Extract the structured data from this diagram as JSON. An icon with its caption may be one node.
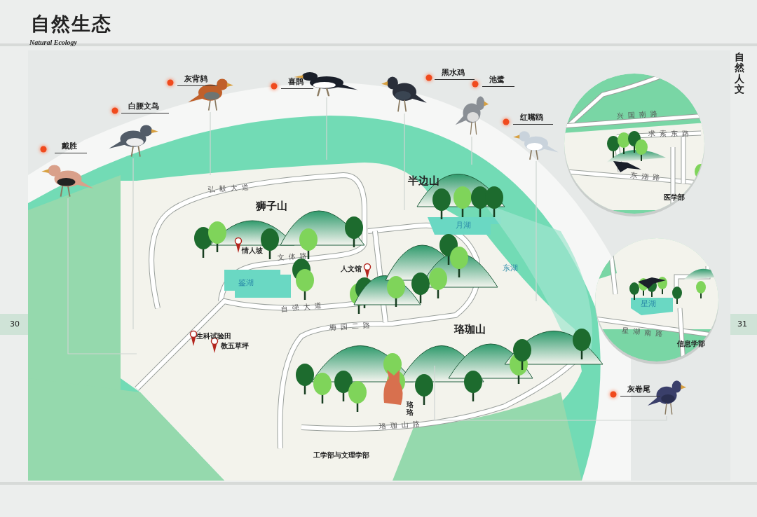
{
  "diagram": {
    "title": "自然生态",
    "nodes": [
      {
        "text": [
          "戴胜"
        ]
      },
      {
        "text": [
          "白腰文鸟"
        ]
      },
      {
        "text": [
          "灰背鸫"
        ]
      },
      {
        "text": [
          "喜鹊"
        ]
      },
      {
        "text": [
          "黑水鸡"
        ]
      },
      {
        "text": [
          "池鹭"
        ]
      },
      {
        "text": [
          "红嘴鸥"
        ]
      },
      {
        "text": [
          "灰卷尾"
        ]
      },
      {
        "text": [],
        "shape": "picture"
      },
      {
        "text": [],
        "shape": "picture"
      },
      {
        "text": [],
        "shape": "picture"
      },
      {
        "text": [],
        "shape": "picture"
      },
      {
        "text": [],
        "shape": "picture"
      },
      {
        "text": [],
        "shape": "picture"
      },
      {
        "text": [],
        "shape": "picture"
      },
      {
        "text": [],
        "shape": "picture"
      }
    ],
    "edges": [
      {
        "from": 8,
        "to": null,
        "arrow": "none"
      },
      {
        "from": 9,
        "to": null,
        "arrow": "none"
      },
      {
        "from": 10,
        "to": null,
        "arrow": "none"
      },
      {
        "from": 11,
        "to": null,
        "arrow": "none"
      },
      {
        "from": 12,
        "to": null,
        "arrow": "none"
      },
      {
        "from": 13,
        "to": null,
        "arrow": "none"
      },
      {
        "from": 14,
        "to": null,
        "arrow": "none"
      },
      {
        "from": 15,
        "to": null,
        "arrow": "none"
      }
    ],
    "labels": [
      "Natural Ecology",
      "自然人文",
      "弘毅大道",
      "狮子山",
      "半边山",
      "情人坡",
      "文体路",
      "月湖",
      "人文馆",
      "鉴湖",
      "东湖",
      "30",
      "31",
      "自强大道",
      "梅园二路",
      "生科试验田",
      "教五草坪",
      "珞珈山",
      "珞珞",
      "珞珈山路",
      "工学部与文理学部",
      "兴国南路",
      "求索东路",
      "东湖路",
      "医学部",
      "星湖",
      "星湖南路",
      "信息学部"
    ]
  }
}
